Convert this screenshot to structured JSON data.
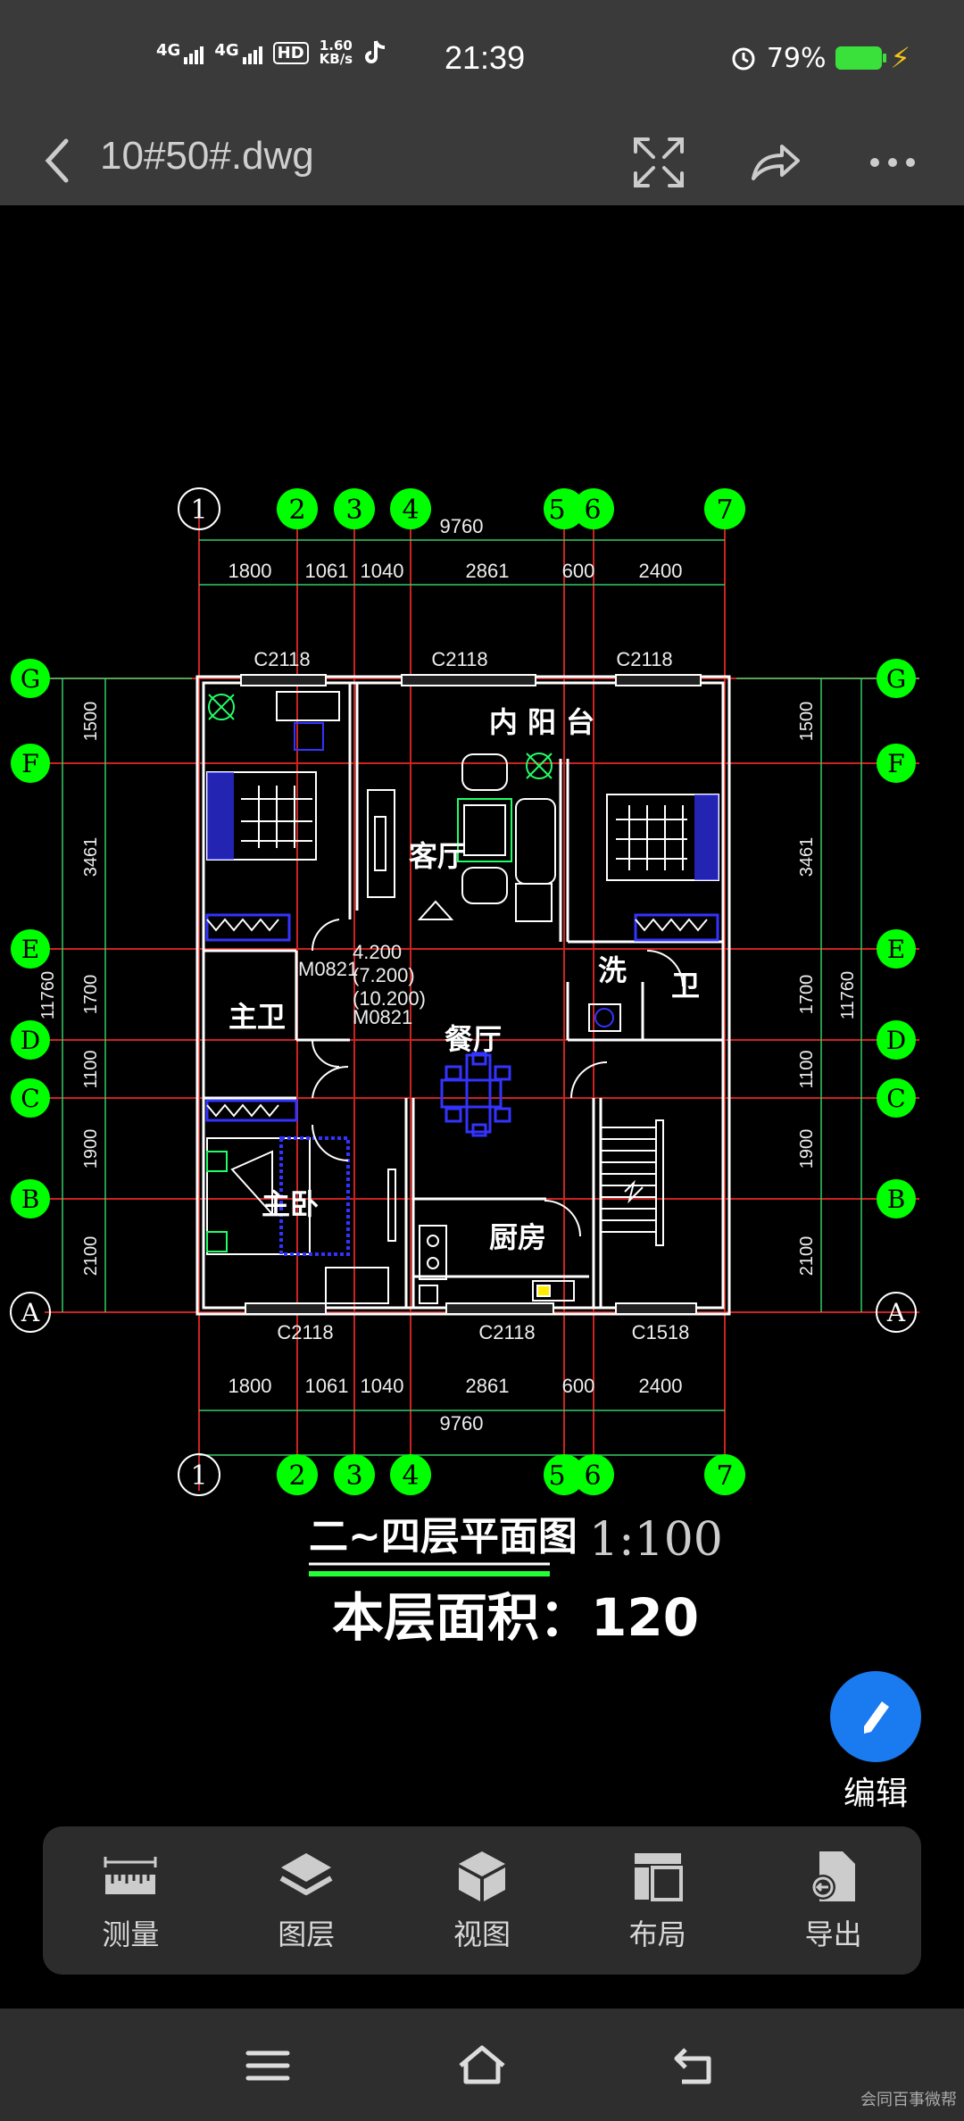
{
  "status_bar": {
    "network_1": "4G",
    "network_2": "4G",
    "hd": "HD",
    "speed_value": "1.60",
    "speed_unit": "KB/s",
    "time": "21:39",
    "battery": "79%"
  },
  "title_bar": {
    "file_name": "10#50#.dwg"
  },
  "drawing": {
    "axes_top": [
      "1",
      "2",
      "3",
      "4",
      "5",
      "6",
      "7"
    ],
    "axes_side": [
      "G",
      "F",
      "E",
      "D",
      "C",
      "B",
      "A"
    ],
    "total_width": "9760",
    "bay_widths": [
      "1800",
      "1061",
      "1040",
      "2861",
      "600",
      "2400"
    ],
    "total_depth": "11760",
    "bay_depths": [
      "1500",
      "3461",
      "1700",
      "1100",
      "1900",
      "2100"
    ],
    "windows_top": [
      "C2118",
      "C2118",
      "C2118"
    ],
    "windows_bottom": [
      "C2118",
      "C2118",
      "C1518"
    ],
    "doors": [
      "M0821",
      "M0821"
    ],
    "levels": [
      "4.200",
      "(7.200)",
      "(10.200)"
    ],
    "rooms": {
      "balcony": "内 阳 台",
      "living": "客厅",
      "wash": "洗",
      "bath": "卫",
      "master_bath": "主卫",
      "dining": "餐厅",
      "master_bed": "主卧",
      "kitchen": "厨房"
    },
    "plan_title": "二~四层平面图",
    "scale": "1:100",
    "floor_area": "本层面积：120"
  },
  "fab": {
    "label": "编辑"
  },
  "toolbar": {
    "items": [
      {
        "label": "测量",
        "icon": "ruler-icon"
      },
      {
        "label": "图层",
        "icon": "layers-icon"
      },
      {
        "label": "视图",
        "icon": "cube-icon"
      },
      {
        "label": "布局",
        "icon": "layout-icon"
      },
      {
        "label": "导出",
        "icon": "export-icon"
      }
    ]
  },
  "watermark": "会同百事微帮",
  "colors": {
    "bar_bg": "#3a3a3a",
    "axis_bubble": "#00ff00",
    "dim_green": "#33cc66",
    "grid_red": "#cc2222",
    "wall": "#ffffff",
    "fab_blue": "#1a7af0",
    "furniture_blue": "#3333ff"
  }
}
